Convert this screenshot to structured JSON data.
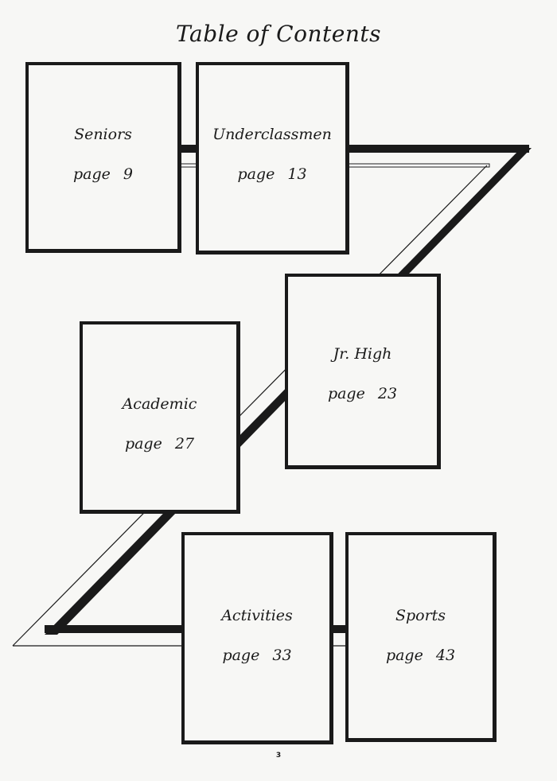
{
  "title": "Table of Contents",
  "sections": [
    {
      "name": "Seniors",
      "page_label": "page 9"
    },
    {
      "name": "Underclassmen",
      "page_label": "page 13"
    },
    {
      "name": "Jr. High",
      "page_label": "page 23"
    },
    {
      "name": "Academic",
      "page_label": "page 27"
    },
    {
      "name": "Activities",
      "page_label": "page 33"
    },
    {
      "name": "Sports",
      "page_label": "page 43"
    }
  ],
  "page_number": "3"
}
